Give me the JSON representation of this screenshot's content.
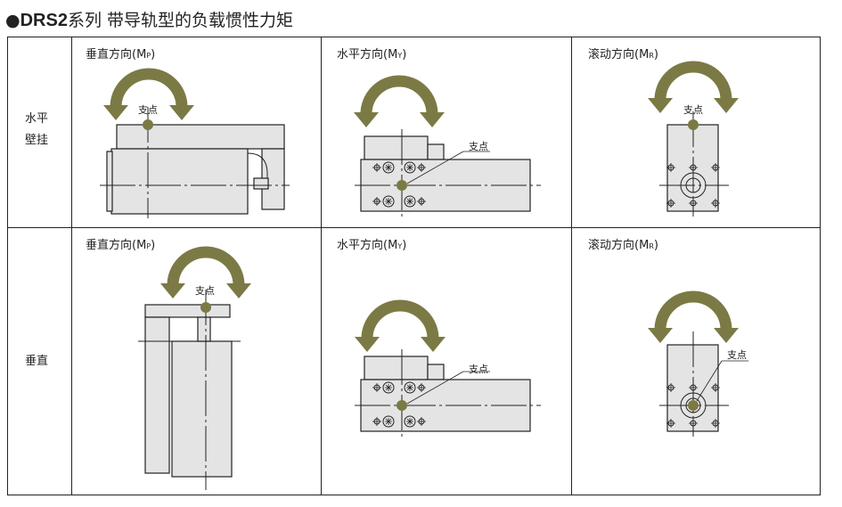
{
  "title": {
    "bullet": "●",
    "model": "DRS2",
    "text": "系列 带导轨型的负载惯性力矩"
  },
  "rows": [
    {
      "header": [
        "水平",
        "壁挂"
      ],
      "cells": [
        {
          "label": "垂直方向",
          "paren_open": "(M",
          "sub": "P",
          "paren_close": ")",
          "pivot": "支点"
        },
        {
          "label": "水平方向",
          "paren_open": "(M",
          "sub": "Y",
          "paren_close": ")",
          "pivot": "支点"
        },
        {
          "label": "滚动方向",
          "paren_open": "(M",
          "sub": "R",
          "paren_close": ")",
          "pivot": "支点"
        }
      ]
    },
    {
      "header": [
        "垂直"
      ],
      "cells": [
        {
          "label": "垂直方向",
          "paren_open": "(M",
          "sub": "P",
          "paren_close": ")",
          "pivot": "支点"
        },
        {
          "label": "水平方向",
          "paren_open": "(M",
          "sub": "Y",
          "paren_close": ")",
          "pivot": "支点"
        },
        {
          "label": "滚动方向",
          "paren_open": "(M",
          "sub": "R",
          "paren_close": ")",
          "pivot": "支点"
        }
      ]
    }
  ],
  "colors": {
    "arrow": "#7b7a45",
    "body": "#e4e4e4",
    "line": "#222222"
  }
}
